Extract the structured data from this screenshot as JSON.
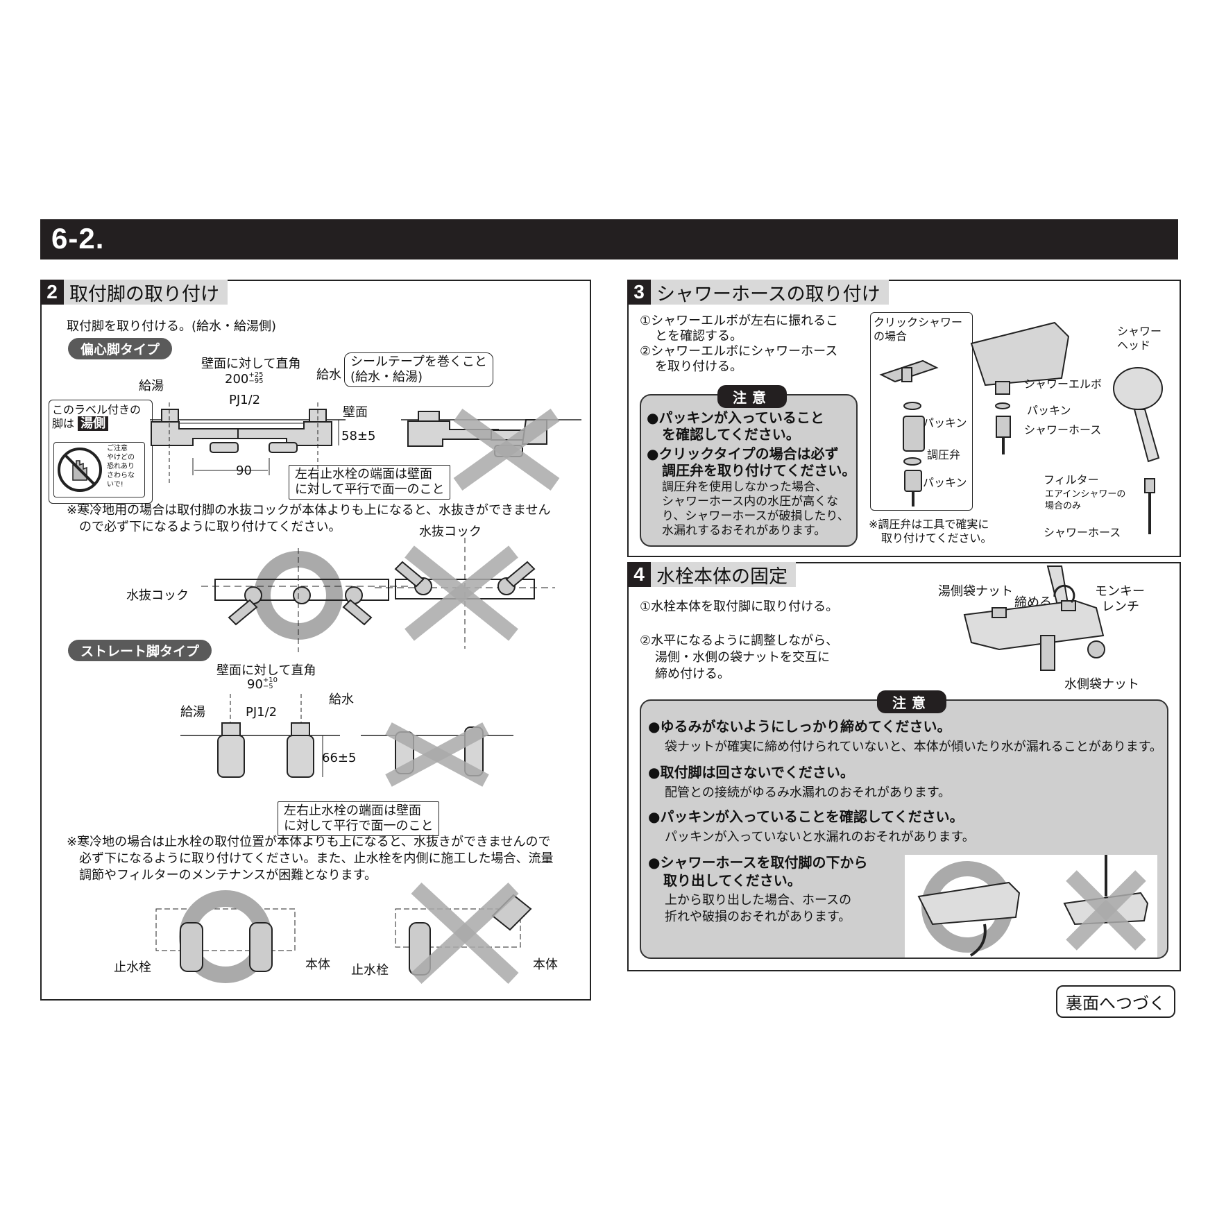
{
  "header": {
    "section_number": "6-2."
  },
  "section2": {
    "num": "2",
    "title": "取付脚の取り付け",
    "intro": "取付脚を取り付ける。(給水・給湯側)",
    "eccentric": {
      "pill": "偏心脚タイプ",
      "wall_right_angle": "壁面に対して直角",
      "dim_200": "200",
      "dim_200_tol_up": "+25",
      "dim_200_tol_down": "−95",
      "hot_label": "給湯",
      "cold_label": "給水",
      "pj": "PJ1/2",
      "seal_tape": [
        "シールテープを巻くこと",
        "(給水・給湯)"
      ],
      "wall": "壁面",
      "dim_58": "58±5",
      "dim_90": "90",
      "label_note": [
        "このラベル付きの",
        "脚は"
      ],
      "label_hot": "湯側",
      "caution_sticker": [
        "ご注意",
        "やけどの",
        "恐れあり",
        "さわらな",
        "いで!"
      ],
      "flush_note": [
        "左右止水栓の端面は壁面",
        "に対して平行で面一のこと"
      ],
      "cold_region_note": [
        "※寒冷地用の場合は取付脚の水抜コックが本体よりも上になると、水抜きができません",
        "ので必ず下になるように取り付けてください。"
      ],
      "drain_cock": "水抜コック",
      "drain_cock_left": "水抜コック"
    },
    "straight": {
      "pill": "ストレート脚タイプ",
      "wall_right_angle": "壁面に対して直角",
      "dim_90": "90",
      "dim_90_tol_up": "+10",
      "dim_90_tol_down": "−5",
      "hot_label": "給湯",
      "cold_label": "給水",
      "pj": "PJ1/2",
      "dim_66": "66±5",
      "flush_note": [
        "左右止水栓の端面は壁面",
        "に対して平行で面一のこと"
      ],
      "cold_region_note": [
        "※寒冷地の場合は止水栓の取付位置が本体よりも上になると、水抜きができませんので",
        "必ず下になるように取り付けてください。また、止水栓を内側に施工した場合、流量",
        "調節やフィルターのメンテナンスが困難となります。"
      ],
      "stop_valve": "止水栓",
      "body": "本体",
      "stop_valve_2": "止水栓",
      "body_2": "本体"
    }
  },
  "section3": {
    "num": "3",
    "title": "シャワーホースの取り付け",
    "steps": [
      "①シャワーエルボが左右に振れるこ",
      "とを確認する。",
      "②シャワーエルボにシャワーホース",
      "を取り付ける。"
    ],
    "notice_tag": "注意",
    "notice_items": [
      [
        "●パッキンが入っていること",
        "を確認してください。"
      ],
      [
        "●クリックタイプの場合は必ず",
        "調圧弁を取り付けてください。"
      ]
    ],
    "notice_detail": [
      "調圧弁を使用しなかった場合、",
      "シャワーホース内の水圧が高くな",
      "り、シャワーホースが破損したり、",
      "水漏れするおそれがあります。"
    ],
    "click_box": [
      "クリックシャワー",
      "の場合"
    ],
    "packing_1": "パッキン",
    "regulator": "調圧弁",
    "packing_2": "パッキン",
    "regulator_note": [
      "※調圧弁は工具で確実に",
      "取り付けてください。"
    ],
    "shower_elbow": "シャワーエルボ",
    "packing_3": "パッキン",
    "shower_hose_1": "シャワーホース",
    "shower_head": [
      "シャワー",
      "ヘッド"
    ],
    "filter": "フィルター",
    "filter_note": [
      "エアインシャワーの",
      "場合のみ"
    ],
    "shower_hose_2": "シャワーホース"
  },
  "section4": {
    "num": "4",
    "title": "水栓本体の固定",
    "step1": "①水栓本体を取付脚に取り付ける。",
    "step2": [
      "②水平になるように調整しながら、",
      "湯側・水側の袋ナットを交互に",
      "締め付ける。"
    ],
    "hot_nut": "湯側袋ナット",
    "tighten": "締める",
    "wrench": [
      "モンキー",
      "レンチ"
    ],
    "cold_nut": "水側袋ナット",
    "notice_tag": "注意",
    "items": [
      {
        "head": "●ゆるみがないようにしっかり締めてください。",
        "body": "袋ナットが確実に締め付けられていないと、本体が傾いたり水が漏れることがあります。"
      },
      {
        "head": "●取付脚は回さないでください。",
        "body": "配管との接続がゆるみ水漏れのおそれがあります。"
      },
      {
        "head": "●パッキンが入っていることを確認してください。",
        "body": "パッキンが入っていないと水漏れのおそれがあります。"
      }
    ],
    "last_item_head": [
      "●シャワーホースを取付脚の下から",
      "取り出してください。"
    ],
    "last_item_body": [
      "上から取り出した場合、ホースの",
      "折れや破損のおそれがあります。"
    ]
  },
  "footer": {
    "continue": "裏面へつづく"
  }
}
